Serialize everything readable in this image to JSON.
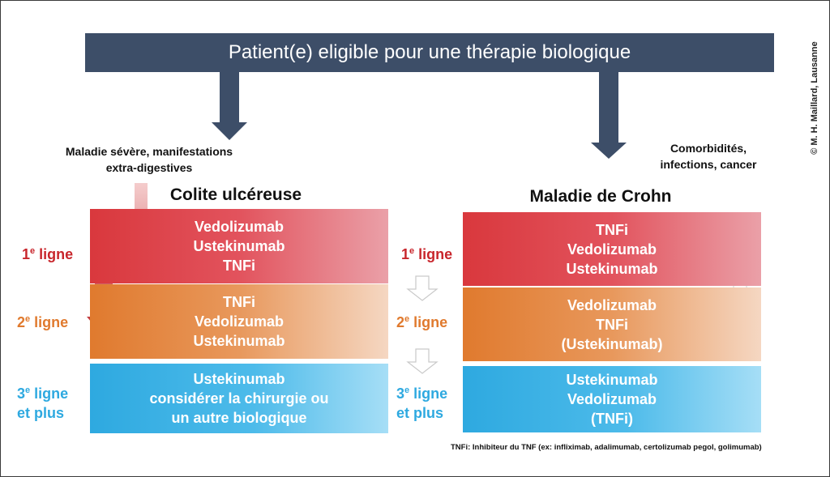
{
  "banner": {
    "title": "Patient(e) eligible pour une thérapie biologique"
  },
  "copyright": "© M. H. Maillard, Lausanne",
  "notes": {
    "severe_line1": "Maladie sévère, manifestations",
    "severe_line2": "extra-digestives",
    "comorb_line1": "Comorbidités,",
    "comorb_line2": "infections, cancer"
  },
  "columns": {
    "uc": {
      "title": "Colite ulcéreuse",
      "line1": [
        "Vedolizumab",
        "Ustekinumab",
        "TNFi"
      ],
      "line2": [
        "TNFi",
        "Vedolizumab",
        "Ustekinumab"
      ],
      "line3": [
        "Ustekinumab",
        "considérer la chirurgie ou",
        "un autre biologique"
      ]
    },
    "cd": {
      "title": "Maladie de Crohn",
      "line1": [
        "TNFi",
        "Vedolizumab",
        "Ustekinumab"
      ],
      "line2": [
        "Vedolizumab",
        "TNFi",
        "(Ustekinumab)"
      ],
      "line3": [
        "Ustekinumab",
        "Vedolizumab",
        "(TNFi)"
      ]
    }
  },
  "labels": {
    "l1_num": "1",
    "l1_sup": "e",
    "l1_text": " ligne",
    "l2_num": "2",
    "l2_sup": "e",
    "l2_text": " ligne",
    "l3_num": "3",
    "l3_sup": "e",
    "l3_text": " ligne",
    "l3_extra": "et plus"
  },
  "footnote": "TNFi: Inhibiteur du TNF (ex: infliximab, adalimumab, certolizumab pegol, golimumab)",
  "colors": {
    "banner": "#3d4e68",
    "line1": "#d9383d",
    "line2": "#e07a2e",
    "line3": "#2ea9e0"
  }
}
